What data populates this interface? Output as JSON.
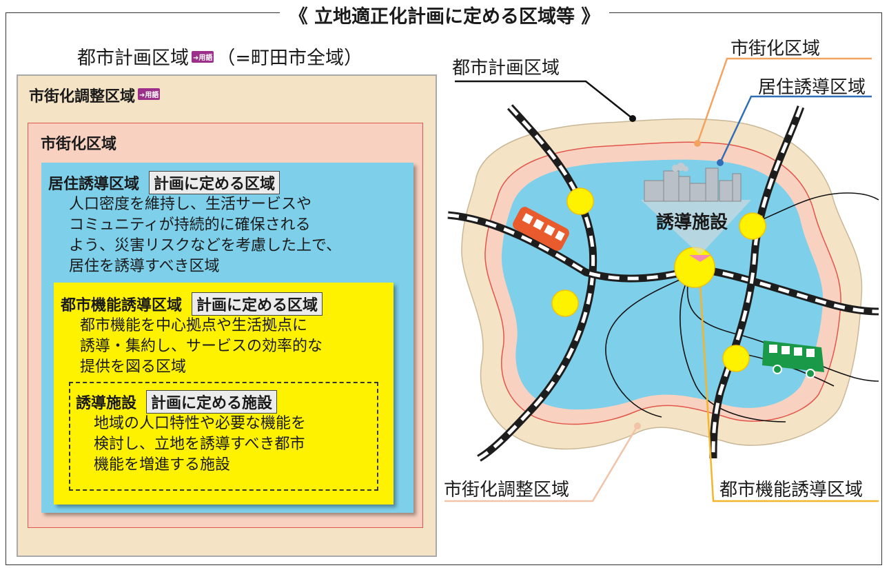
{
  "title": "《 立地適正化計画に定める区域等 》",
  "left": {
    "header_prefix": "都市計画区域",
    "term_badge": "➜用語",
    "header_suffix": "（=町田市全域）",
    "adjustment_zone": "市街化調整区域",
    "urbanization_zone": "市街化区域",
    "residence_zone": {
      "title": "居住誘導区域",
      "tag": "計画に定める区域",
      "lines": [
        "人口密度を維持し、生活サービスや",
        "コミュニティが持続的に確保される",
        "よう、災害リスクなどを考慮した上で、",
        "居住を誘導すべき区域"
      ]
    },
    "function_zone": {
      "title": "都市機能誘導区域",
      "tag": "計画に定める区域",
      "lines": [
        "都市機能を中心拠点や生活拠点に",
        "誘導・集約し、サービスの効率的な",
        "提供を図る区域"
      ]
    },
    "facility": {
      "title": "誘導施設",
      "tag": "計画に定める施設",
      "lines": [
        "地域の人口特性や必要な機能を",
        "検討し、立地を誘導すべき都市",
        "機能を増進する施設"
      ]
    }
  },
  "map": {
    "city_plan": "都市計画区域",
    "urbanization": "市街化区域",
    "residence": "居住誘導区域",
    "facility": "誘導施設",
    "adjustment": "市街化調整区域",
    "function": "都市機能誘導区域"
  },
  "colors": {
    "adjustment": "#f5e3c5",
    "urbanization": "#f8d1c0",
    "urbanization_line": "#e2554a",
    "residence": "#7dcfea",
    "function": "#fff200",
    "train": "#e95a2c",
    "bus": "#1a9a48",
    "leader_orange": "#f4a25f",
    "leader_blue": "#2f6db5",
    "leader_pink": "#f2c3a6",
    "leader_yellow": "#f5b52b"
  }
}
